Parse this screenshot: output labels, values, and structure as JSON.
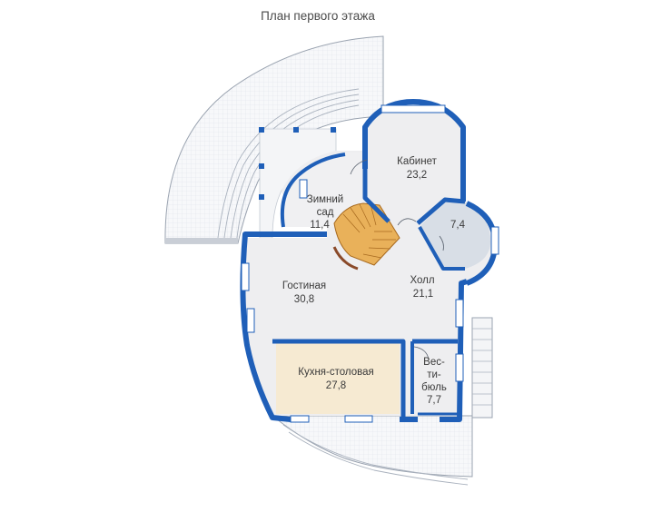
{
  "title": "План первого этажа",
  "rooms": {
    "winter_garden": {
      "name_line1": "Зимний",
      "name_line2": "сад",
      "area": "11,4"
    },
    "study": {
      "name": "Кабинет",
      "area": "23,2"
    },
    "bath": {
      "area": "7,4"
    },
    "living": {
      "name": "Гостиная",
      "area": "30,8"
    },
    "hall": {
      "name": "Холл",
      "area": "21,1"
    },
    "kitchen": {
      "name": "Кухня-столовая",
      "area": "27,8"
    },
    "vestibule": {
      "name_line1": "Вес-",
      "name_line2": "ти-",
      "name_line3": "бюль",
      "area": "7,7"
    }
  },
  "colors": {
    "wall": "#1f5fb8",
    "floor": "#eeeef0",
    "grid": "#dfe3ea",
    "kitchen": "#f6ead2",
    "stair": "#e9b15a"
  }
}
